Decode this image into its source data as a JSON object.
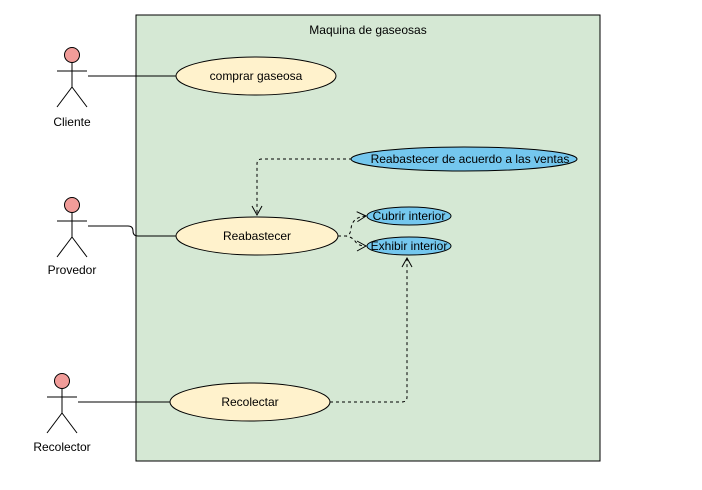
{
  "system": {
    "title": "Maquina de gaseosas"
  },
  "actors": {
    "cliente": "Cliente",
    "provedor": "Provedor",
    "recolector": "Recolector"
  },
  "use_cases": {
    "comprar": "comprar gaseosa",
    "reabastecer": "Reabastecer",
    "recolectar": "Recolectar",
    "reabastecer_ventas": "Reabastecer de acuerdo a las ventas",
    "cubrir": "Cubrir interior",
    "exhibir": "Exhibir interior"
  },
  "colors": {
    "boundary_fill": "#d5e8d4",
    "base_use_case_fill": "#fff2cc",
    "extension_use_case_fill": "#74c7ee",
    "actor_head_fill": "#f19c99",
    "stroke": "#000000"
  }
}
